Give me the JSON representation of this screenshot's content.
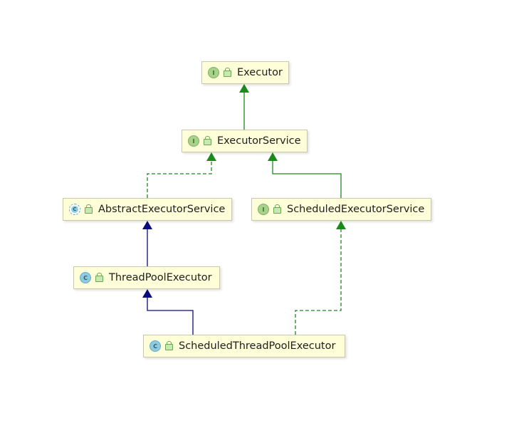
{
  "diagram": {
    "nodes": [
      {
        "id": "executor",
        "label": "Executor",
        "kind": "interface",
        "badge": "I"
      },
      {
        "id": "executor-service",
        "label": "ExecutorService",
        "kind": "interface",
        "badge": "I"
      },
      {
        "id": "abstract-executor-service",
        "label": "AbstractExecutorService",
        "kind": "abstract",
        "badge": "C"
      },
      {
        "id": "scheduled-executor-service",
        "label": "ScheduledExecutorService",
        "kind": "interface",
        "badge": "I"
      },
      {
        "id": "thread-pool-executor",
        "label": "ThreadPoolExecutor",
        "kind": "class",
        "badge": "C"
      },
      {
        "id": "scheduled-thread-pool-executor",
        "label": "ScheduledThreadPoolExecutor",
        "kind": "class",
        "badge": "C"
      }
    ],
    "edges": [
      {
        "from": "executor-service",
        "to": "executor",
        "relation": "extends-interface",
        "style": "solid",
        "color": "#1a8a1a"
      },
      {
        "from": "abstract-executor-service",
        "to": "executor-service",
        "relation": "implements",
        "style": "dashed",
        "color": "#1a8a1a"
      },
      {
        "from": "scheduled-executor-service",
        "to": "executor-service",
        "relation": "extends-interface",
        "style": "solid",
        "color": "#1a8a1a"
      },
      {
        "from": "thread-pool-executor",
        "to": "abstract-executor-service",
        "relation": "extends-class",
        "style": "solid",
        "color": "#0b0b7a"
      },
      {
        "from": "scheduled-thread-pool-executor",
        "to": "thread-pool-executor",
        "relation": "extends-class",
        "style": "solid",
        "color": "#0b0b7a"
      },
      {
        "from": "scheduled-thread-pool-executor",
        "to": "scheduled-executor-service",
        "relation": "implements",
        "style": "dashed",
        "color": "#1a8a1a"
      }
    ],
    "colors": {
      "node_fill": "#fefed8",
      "node_border": "#c9c9a6",
      "interface_badge": "#a6d28a",
      "class_badge": "#8ecbe0",
      "implements_arrow": "#1a8a1a",
      "extends_class_arrow": "#0b0b7a"
    }
  }
}
